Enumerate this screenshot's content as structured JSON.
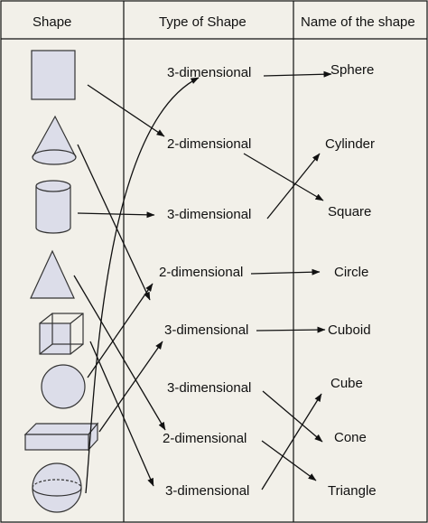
{
  "table": {
    "headers": [
      "Shape",
      "Type of Shape",
      "Name of the shape"
    ]
  },
  "shapes": [
    {
      "name": "square"
    },
    {
      "name": "cone"
    },
    {
      "name": "cylinder"
    },
    {
      "name": "triangle"
    },
    {
      "name": "cube"
    },
    {
      "name": "circle"
    },
    {
      "name": "cuboid"
    },
    {
      "name": "sphere"
    }
  ],
  "types": [
    "3-dimensional",
    "2-dimensional",
    "3-dimensional",
    "2-dimensional",
    "3-dimensional",
    "3-dimensional",
    "2-dimensional",
    "3-dimensional"
  ],
  "names": [
    "Sphere",
    "Cylinder",
    "Square",
    "Circle",
    "Cuboid",
    "Cube",
    "Cone",
    "Triangle"
  ],
  "colors": {
    "background": "#f2f0e9",
    "shape_fill": "#dcdde9",
    "line": "#111111"
  }
}
